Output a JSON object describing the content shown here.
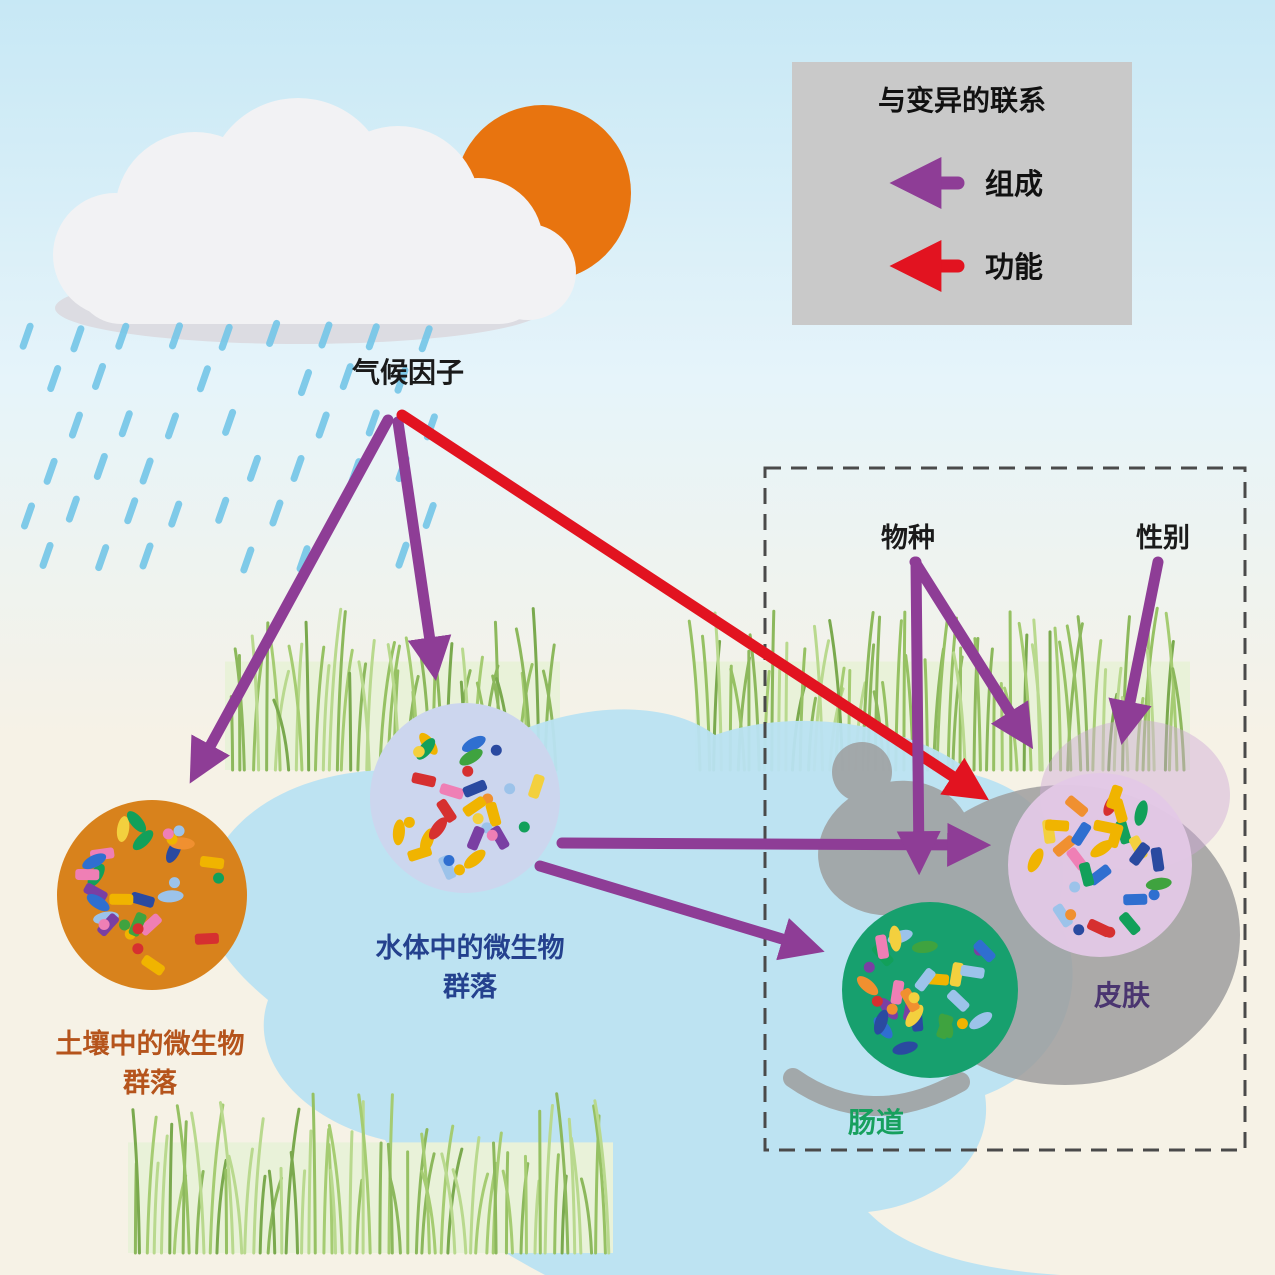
{
  "legend": {
    "title": "与变异的联系",
    "items": [
      {
        "label": "组成"
      },
      {
        "label": "功能"
      }
    ]
  },
  "labels": {
    "climate_factor": "气候因子",
    "species": "物种",
    "sex": "性别",
    "soil_community": [
      "土壤中的微生物",
      "群落"
    ],
    "water_community": [
      "水体中的微生物",
      "群落"
    ],
    "gut": "肠道",
    "skin": "皮肤"
  },
  "colors": {
    "composition_arrow": "#8e3d96",
    "function_arrow": "#e21320",
    "legend_bg": "#c9c9c9",
    "soil_circle": "#d8821c",
    "water_circle": "#ccd6ee",
    "gut_circle": "#17a06e",
    "skin_circle": "#e3c8e6",
    "skin_halo": "#cfa8d6",
    "soil_label": "#b5541c",
    "water_label": "#24418e",
    "gut_label": "#17a05e",
    "skin_label": "#4a3570",
    "sun": "#e8740f",
    "rain": "#74c6e8",
    "water_body": "#b9e2f2",
    "mouse": "#9e9e9e",
    "microbe_palette": [
      "#d63030",
      "#f0b400",
      "#2f6fd0",
      "#3fa33f",
      "#7a3fa3",
      "#ef7fb5",
      "#f09030",
      "#9cc3ea",
      "#2a4aa0",
      "#f3d03e",
      "#12a05a"
    ]
  }
}
